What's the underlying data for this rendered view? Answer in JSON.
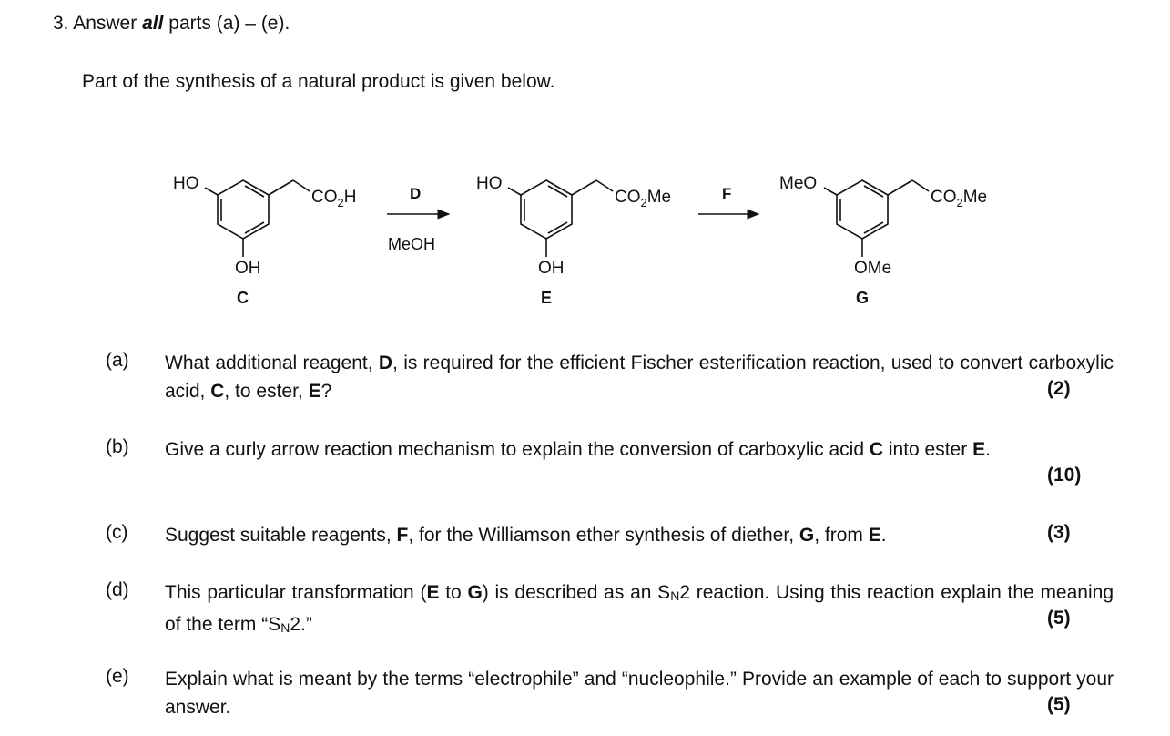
{
  "question": {
    "number": "3.",
    "lead": "Answer",
    "emphasis": "all",
    "tail": "parts (a) – (e)."
  },
  "intro": "Part of the synthesis of a natural product is given below.",
  "scheme": {
    "compound_C": {
      "top_left": "HO",
      "chain": "CO",
      "chain_sub": "2",
      "chain_end": "H",
      "bottom": "OH",
      "label": "C"
    },
    "arrow_1": {
      "above": "D",
      "below": "MeOH"
    },
    "compound_E": {
      "top_left": "HO",
      "chain": "CO",
      "chain_sub": "2",
      "chain_end": "Me",
      "bottom": "OH",
      "label": "E"
    },
    "arrow_2": {
      "above": "F"
    },
    "compound_G": {
      "top_left": "MeO",
      "chain": "CO",
      "chain_sub": "2",
      "chain_end": "Me",
      "bottom": "OMe",
      "label": "G"
    }
  },
  "parts": [
    {
      "label": "(a)",
      "t1": "What additional reagent, ",
      "b1": "D",
      "t2": ", is required for the efficient Fischer esterification reaction, used to convert carboxylic acid, ",
      "b2": "C",
      "t3": ", to ester, ",
      "b3": "E",
      "t4": "?",
      "marks": "(2)"
    },
    {
      "label": "(b)",
      "t1": "Give a curly arrow reaction mechanism to explain the conversion of carboxylic acid ",
      "b1": "C",
      "t2": " into ester ",
      "b2": "E",
      "t3": ".",
      "marks": "(10)"
    },
    {
      "label": "(c)",
      "t1": "Suggest suitable reagents, ",
      "b1": "F",
      "t2": ", for the Williamson ether synthesis of diether, ",
      "b2": "G",
      "t3": ", from ",
      "b3": "E",
      "t4": ".",
      "marks": "(3)"
    },
    {
      "label": "(d)",
      "t1": "This particular transformation (",
      "b1": "E",
      "t2": " to ",
      "b2": "G",
      "t3": ") is described as an S",
      "sub1": "N",
      "t4": "2 reaction.  Using this reaction explain the meaning of the term “S",
      "sub2": "N",
      "t5": "2.”",
      "marks": "(5)"
    },
    {
      "label": "(e)",
      "t1": "Explain what is meant by the terms “electrophile” and “nucleophile.”  Provide an example of each to support your answer.",
      "marks": "(5)"
    }
  ]
}
